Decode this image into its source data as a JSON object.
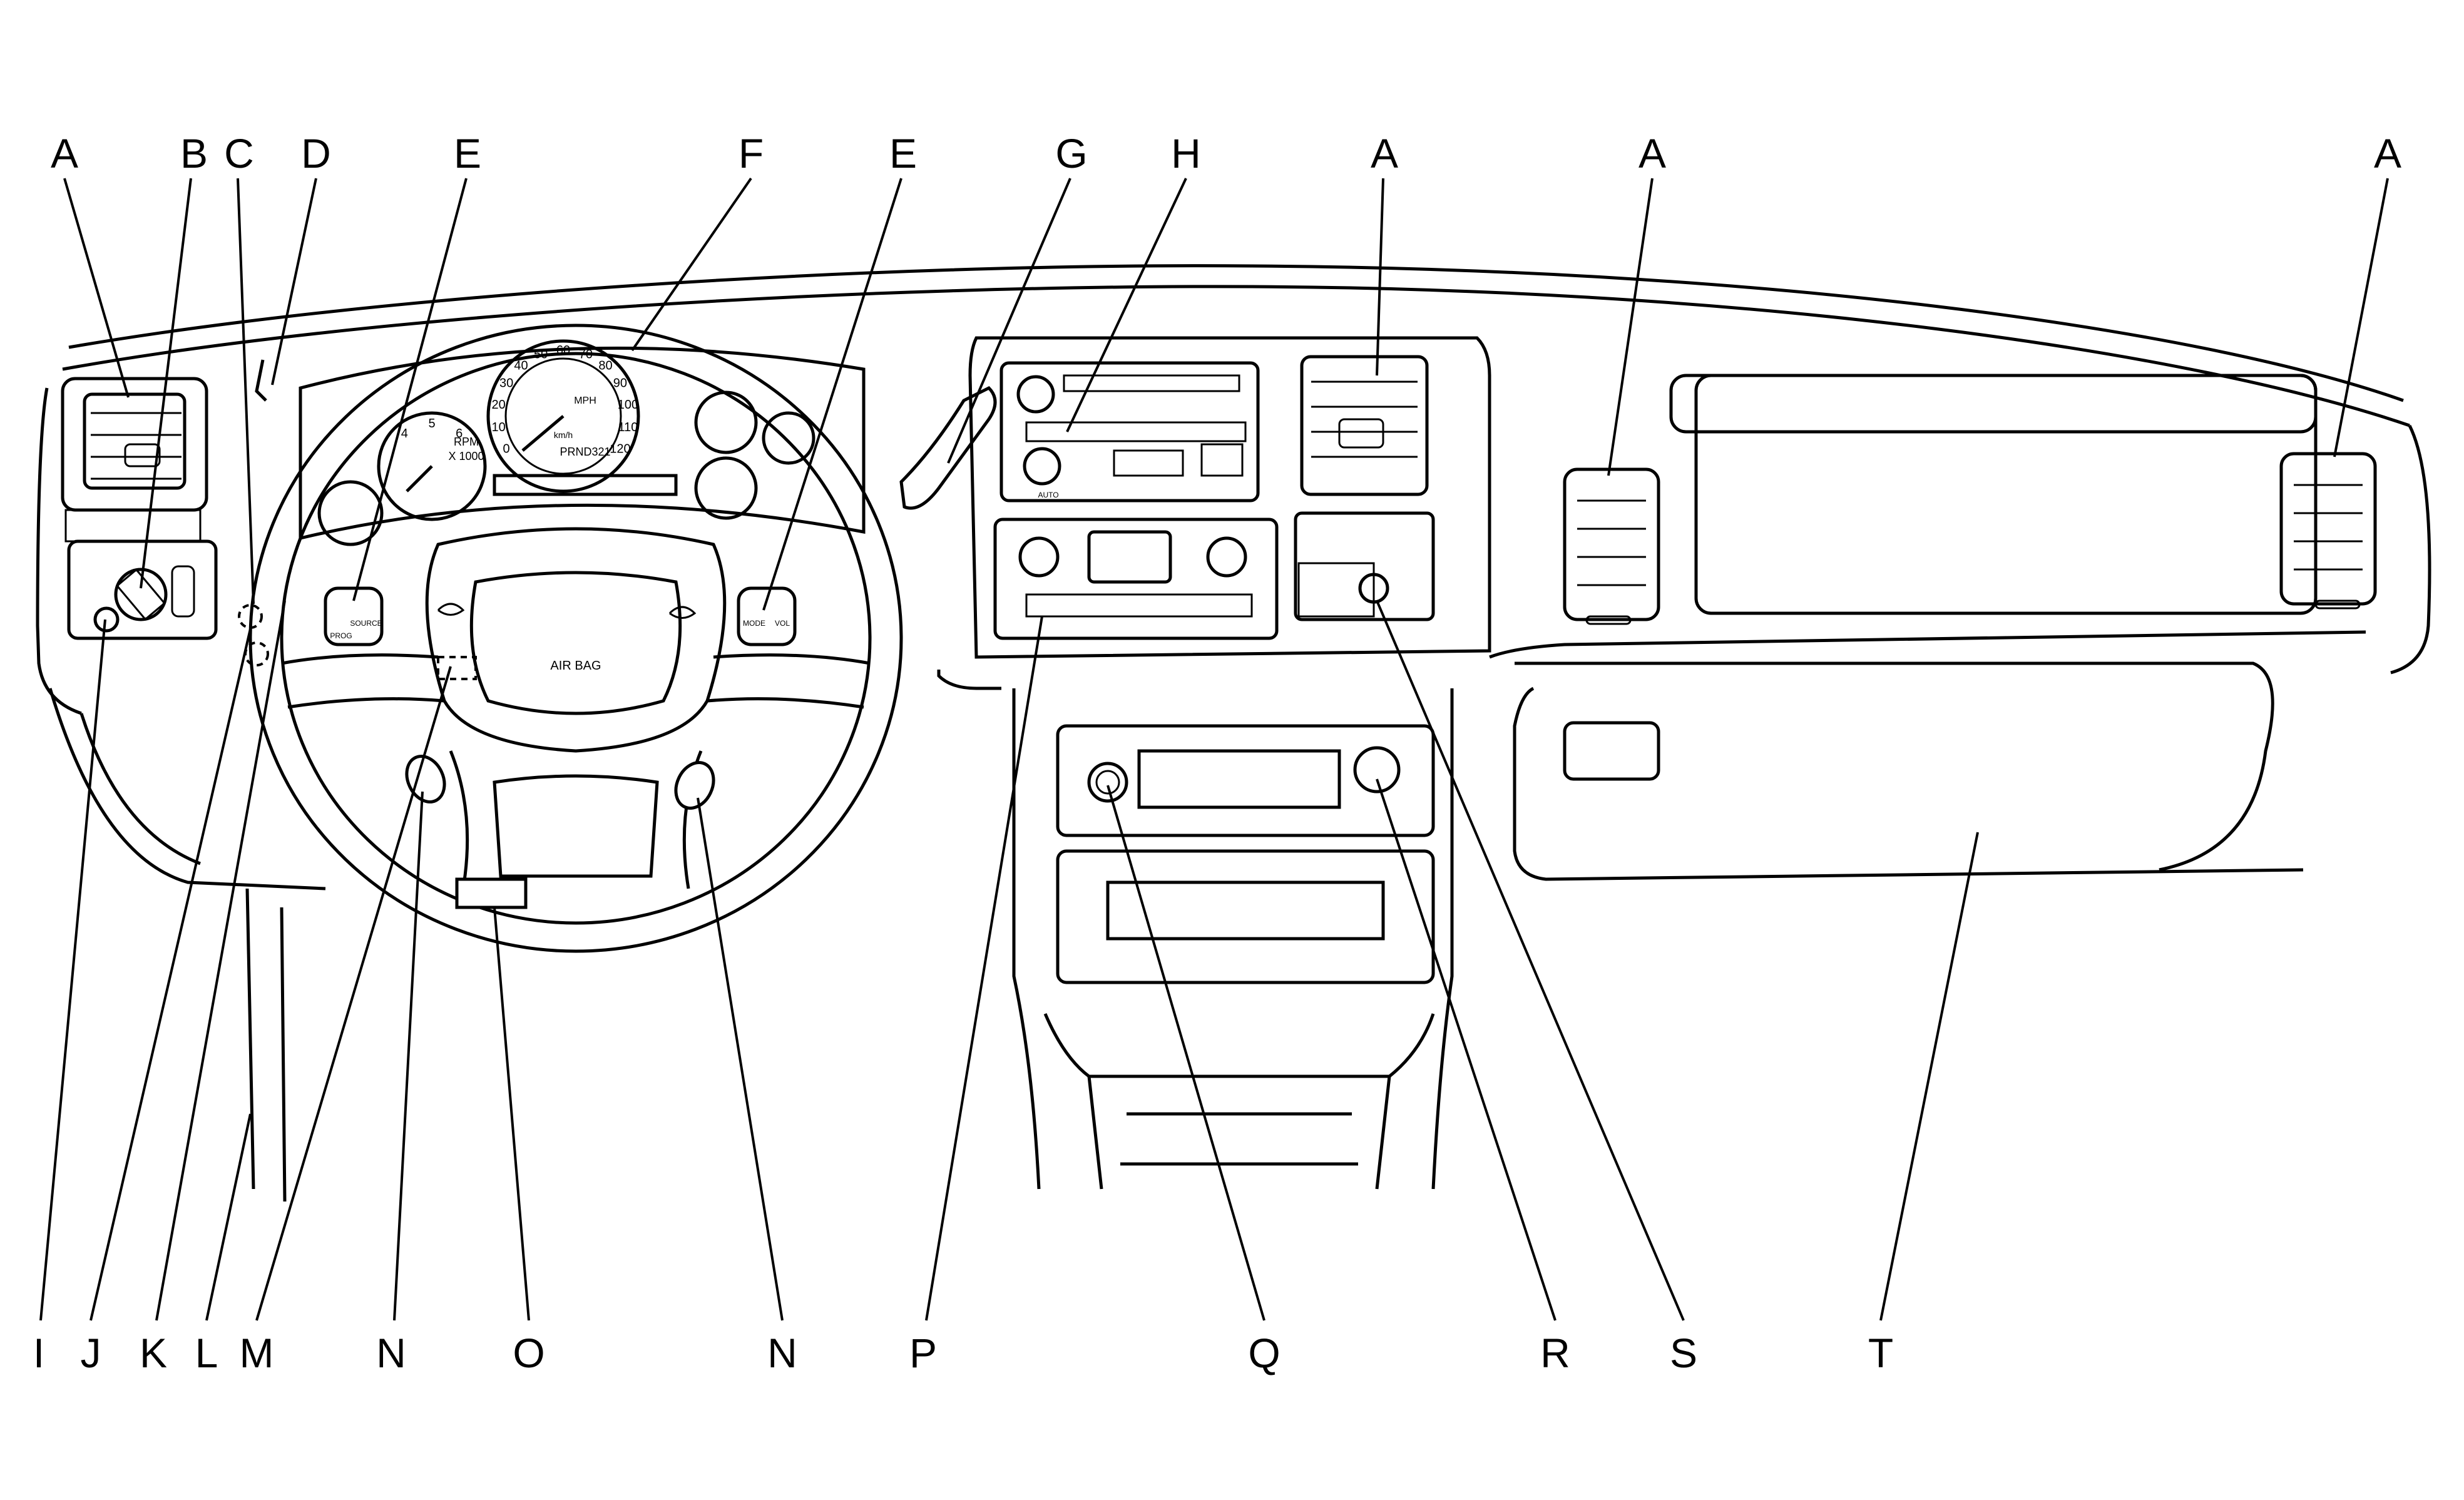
{
  "callouts_top": [
    "A",
    "B",
    "C",
    "D",
    "E",
    "F",
    "E",
    "G",
    "H",
    "A",
    "A",
    "A"
  ],
  "callouts_bottom": [
    "I",
    "J",
    "K",
    "L",
    "M",
    "N",
    "O",
    "N",
    "P",
    "Q",
    "R",
    "S",
    "T"
  ],
  "airbag_label": "AIR BAG",
  "gauge": {
    "mph_label": "MPH",
    "kmh_label": "km/h",
    "rpm_label": "RPM",
    "rpm_multiplier": "X 1000",
    "prndl": "PRND321",
    "speed_ticks": [
      "0",
      "10",
      "20",
      "30",
      "40",
      "50",
      "60",
      "70",
      "80",
      "90",
      "100",
      "110",
      "120"
    ],
    "rpm_ticks": [
      "4",
      "5",
      "6"
    ]
  },
  "steering_controls": {
    "left_top": "PROG",
    "left_source": "SOURCE",
    "right_mode": "MODE",
    "right_vol": "VOL"
  },
  "climate": {
    "auto_label": "AUTO"
  }
}
